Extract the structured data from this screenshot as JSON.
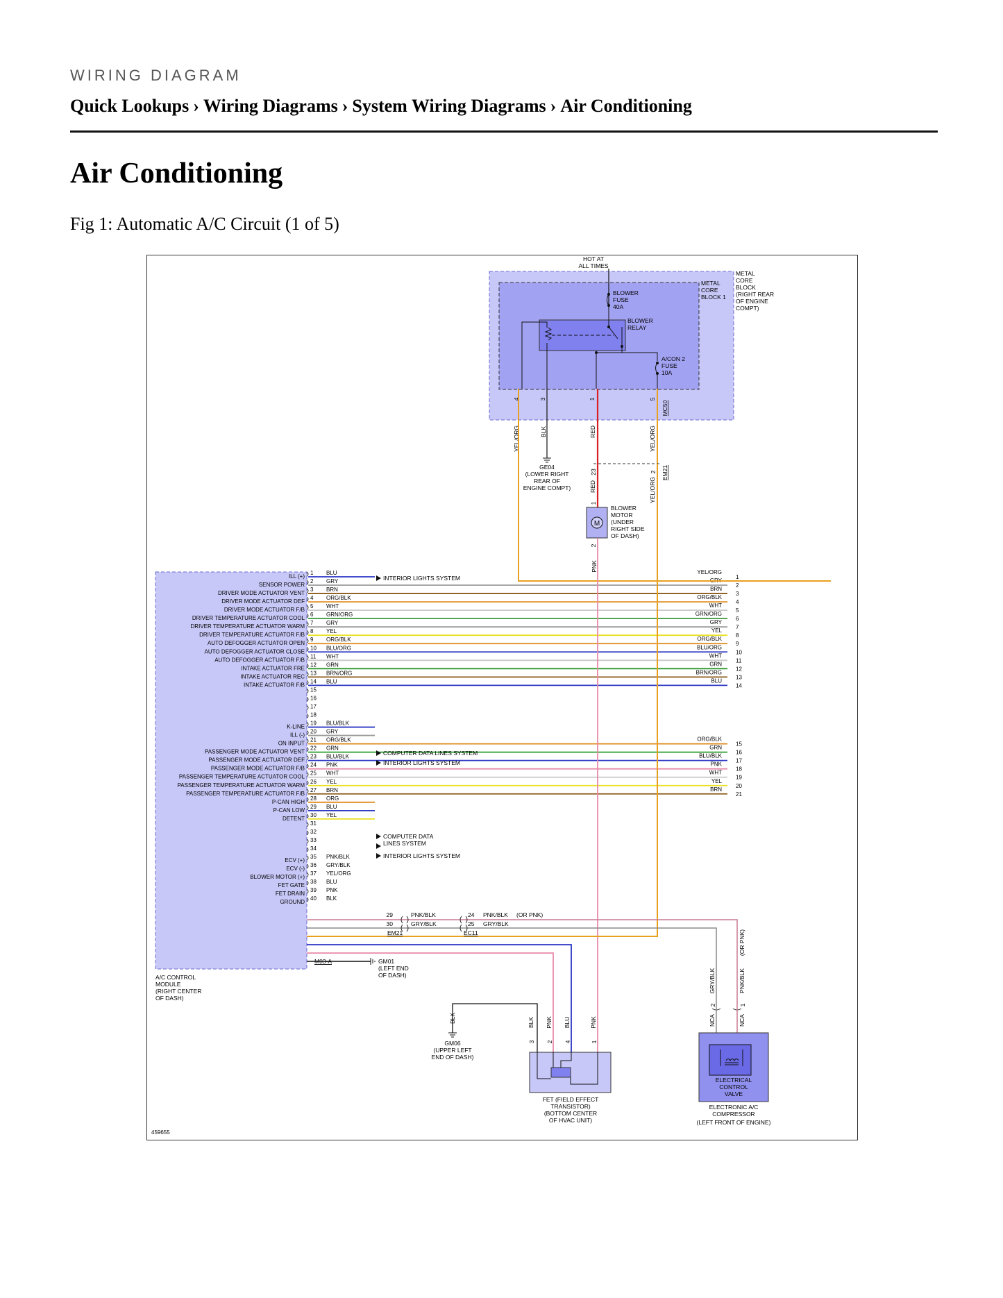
{
  "page": {
    "kicker": "WIRING DIAGRAM",
    "breadcrumb": [
      "Quick Lookups",
      "Wiring Diagrams",
      "System Wiring Diagrams",
      "Air Conditioning"
    ],
    "breadcrumb_separator": "›",
    "title": "Air Conditioning",
    "figure_caption": "Fig 1: Automatic A/C Circuit (1 of 5)"
  },
  "diagram": {
    "id": "459655",
    "hot_label": [
      "HOT AT",
      "ALL TIMES"
    ],
    "outer_block": [
      "METAL",
      "CORE",
      "BLOCK",
      "(RIGHT REAR",
      "OF ENGINE",
      "COMPT)"
    ],
    "inner_block": [
      "METAL",
      "CORE",
      "BLOCK 1"
    ],
    "blower_fuse": [
      "BLOWER",
      "FUSE",
      "40A"
    ],
    "blower_relay": [
      "BLOWER",
      "RELAY"
    ],
    "acon_fuse": [
      "A/CON 2",
      "FUSE",
      "10A"
    ],
    "block_pins": [
      "4",
      "3",
      "1",
      "5"
    ],
    "block_connector": "MC50",
    "wires_below_block": [
      "YEL/ORG",
      "BLK",
      "RED",
      "YEL/ORG"
    ],
    "ge04": [
      "GE04",
      "(LOWER RIGHT",
      "REAR OF",
      "ENGINE COMPT)"
    ],
    "em21_pins": [
      "23",
      "2"
    ],
    "em21_label": "EM21",
    "motor_wires": [
      "RED",
      "YEL/ORG"
    ],
    "motor_pins": [
      "1",
      "2"
    ],
    "motor_symbol": "M",
    "blower_motor": [
      "BLOWER",
      "MOTOR",
      "(UNDER",
      "RIGHT SIDE",
      "OF DASH)"
    ],
    "pnk_label": "PNK",
    "module_pins": [
      {
        "n": "1",
        "func": "ILL (+)",
        "wire": "BLU",
        "color": "#2a35c4"
      },
      {
        "n": "2",
        "func": "SENSOR POWER",
        "wire": "GRY",
        "color": "#9a9a9a"
      },
      {
        "n": "3",
        "func": "DRIVER MODE ACTUATOR VENT",
        "wire": "BRN",
        "color": "#8a5a1a"
      },
      {
        "n": "4",
        "func": "DRIVER MODE ACTUATOR DEF",
        "wire": "ORG/BLK",
        "color": "#e08a1a"
      },
      {
        "n": "5",
        "func": "DRIVER MODE ACTUATOR F/B",
        "wire": "WHT",
        "color": "#c8c8c8"
      },
      {
        "n": "6",
        "func": "DRIVER TEMPERATURE ACTUATOR COOL",
        "wire": "GRN/ORG",
        "color": "#3a9a3a"
      },
      {
        "n": "7",
        "func": "DRIVER TEMPERATURE ACTUATOR WARM",
        "wire": "GRY",
        "color": "#9a9a9a"
      },
      {
        "n": "8",
        "func": "DRIVER TEMPERATURE ACTUATOR F/B",
        "wire": "YEL",
        "color": "#e8e020"
      },
      {
        "n": "9",
        "func": "AUTO DEFOGGER ACTUATOR OPEN",
        "wire": "ORG/BLK",
        "color": "#e08a1a"
      },
      {
        "n": "10",
        "func": "AUTO DEFOGGER ACTUATOR CLOSE",
        "wire": "BLU/ORG",
        "color": "#2a35c4"
      },
      {
        "n": "11",
        "func": "AUTO DEFOGGER ACTUATOR F/B",
        "wire": "WHT",
        "color": "#c8c8c8"
      },
      {
        "n": "12",
        "func": "INTAKE ACTUATOR FRE",
        "wire": "GRN",
        "color": "#2a9a2a"
      },
      {
        "n": "13",
        "func": "INTAKE ACTUATOR REC",
        "wire": "BRN/ORG",
        "color": "#8a5a1a"
      },
      {
        "n": "14",
        "func": "INTAKE ACTUATOR F/B",
        "wire": "BLU",
        "color": "#2a35c4"
      },
      {
        "n": "15",
        "func": "",
        "wire": "",
        "color": ""
      },
      {
        "n": "16",
        "func": "",
        "wire": "",
        "color": ""
      },
      {
        "n": "17",
        "func": "",
        "wire": "",
        "color": ""
      },
      {
        "n": "18",
        "func": "",
        "wire": "",
        "color": ""
      },
      {
        "n": "19",
        "func": "K-LINE",
        "wire": "BLU/BLK",
        "color": "#2a35c4"
      },
      {
        "n": "20",
        "func": "ILL (-)",
        "wire": "GRY",
        "color": "#9a9a9a"
      },
      {
        "n": "21",
        "func": "ON INPUT",
        "wire": "ORG/BLK",
        "color": "#e08a1a"
      },
      {
        "n": "22",
        "func": "PASSENGER MODE ACTUATOR VENT",
        "wire": "GRN",
        "color": "#2a9a2a"
      },
      {
        "n": "23",
        "func": "PASSENGER MODE ACTUATOR DEF",
        "wire": "BLU/BLK",
        "color": "#2a35c4"
      },
      {
        "n": "24",
        "func": "PASSENGER MODE ACTUATOR F/B",
        "wire": "PNK",
        "color": "#e88aa8"
      },
      {
        "n": "25",
        "func": "PASSENGER TEMPERATURE ACTUATOR COOL",
        "wire": "WHT",
        "color": "#c8c8c8"
      },
      {
        "n": "26",
        "func": "PASSENGER TEMPERATURE ACTUATOR WARM",
        "wire": "YEL",
        "color": "#e8e020"
      },
      {
        "n": "27",
        "func": "PASSENGER TEMPERATURE ACTUATOR F/B",
        "wire": "BRN",
        "color": "#8a5a1a"
      },
      {
        "n": "28",
        "func": "P-CAN HIGH",
        "wire": "ORG",
        "color": "#e08a1a"
      },
      {
        "n": "29",
        "func": "P-CAN LOW",
        "wire": "BLU",
        "color": "#2a35c4"
      },
      {
        "n": "30",
        "func": "DETENT",
        "wire": "YEL",
        "color": "#e8e020"
      },
      {
        "n": "31",
        "func": "",
        "wire": "",
        "color": ""
      },
      {
        "n": "32",
        "func": "",
        "wire": "",
        "color": ""
      },
      {
        "n": "33",
        "func": "",
        "wire": "",
        "color": ""
      },
      {
        "n": "34",
        "func": "",
        "wire": "",
        "color": ""
      },
      {
        "n": "35",
        "func": "ECV (+)",
        "wire": "PNK/BLK",
        "color": "#c87a90"
      },
      {
        "n": "36",
        "func": "ECV (-)",
        "wire": "GRY/BLK",
        "color": "#8a8a8a"
      },
      {
        "n": "37",
        "func": "BLOWER MOTOR (+)",
        "wire": "YEL/ORG",
        "color": "#e8a020"
      },
      {
        "n": "38",
        "func": "FET GATE",
        "wire": "BLU",
        "color": "#2a35c4"
      },
      {
        "n": "39",
        "func": "FET DRAIN",
        "wire": "PNK",
        "color": "#e88aa8"
      },
      {
        "n": "40",
        "func": "GROUND",
        "wire": "BLK",
        "color": "#111111"
      }
    ],
    "right_bus_upper": [
      {
        "wire": "YEL/ORG",
        "n": "1",
        "color": "#e8a020"
      },
      {
        "wire": "GRY",
        "n": "2",
        "color": "#9a9a9a"
      },
      {
        "wire": "BRN",
        "n": "3",
        "color": "#8a5a1a"
      },
      {
        "wire": "ORG/BLK",
        "n": "4",
        "color": "#e08a1a"
      },
      {
        "wire": "WHT",
        "n": "5",
        "color": "#c8c8c8"
      },
      {
        "wire": "GRN/ORG",
        "n": "6",
        "color": "#3a9a3a"
      },
      {
        "wire": "GRY",
        "n": "7",
        "color": "#9a9a9a"
      },
      {
        "wire": "YEL",
        "n": "8",
        "color": "#e8e020"
      },
      {
        "wire": "ORG/BLK",
        "n": "9",
        "color": "#e08a1a"
      },
      {
        "wire": "BLU/ORG",
        "n": "10",
        "color": "#2a35c4"
      },
      {
        "wire": "WHT",
        "n": "11",
        "color": "#c8c8c8"
      },
      {
        "wire": "GRN",
        "n": "12",
        "color": "#2a9a2a"
      },
      {
        "wire": "BRN/ORG",
        "n": "13",
        "color": "#8a5a1a"
      },
      {
        "wire": "BLU",
        "n": "14",
        "color": "#2a35c4"
      }
    ],
    "right_bus_lower": [
      {
        "wire": "ORG/BLK",
        "n": "15",
        "color": "#e08a1a"
      },
      {
        "wire": "GRN",
        "n": "16",
        "color": "#2a9a2a"
      },
      {
        "wire": "BLU/BLK",
        "n": "17",
        "color": "#2a35c4"
      },
      {
        "wire": "PNK",
        "n": "18",
        "color": "#e88aa8"
      },
      {
        "wire": "WHT",
        "n": "19",
        "color": "#c8c8c8"
      },
      {
        "wire": "YEL",
        "n": "20",
        "color": "#e8e020"
      },
      {
        "wire": "BRN",
        "n": "21",
        "color": "#8a5a1a"
      }
    ],
    "system_refs": {
      "ill_plus": "INTERIOR LIGHTS SYSTEM",
      "kline": "COMPUTER DATA LINES SYSTEM",
      "ill_minus": "INTERIOR LIGHTS SYSTEM",
      "pcan": [
        "COMPUTER DATA",
        "LINES SYSTEM"
      ],
      "detent": "INTERIOR LIGHTS SYSTEM"
    },
    "mid_connectors": {
      "em21": {
        "label": "EM21",
        "pins": [
          "29",
          "30"
        ],
        "wires": [
          "PNK/BLK",
          "GRY/BLK"
        ]
      },
      "ec11": {
        "label": "EC11",
        "pins": [
          "24",
          "25"
        ],
        "wires": [
          "PNK/BLK",
          "GRY/BLK"
        ],
        "note": "(OR PNK)"
      }
    },
    "module_connector": "M03-A",
    "module_label": [
      "A/C CONTROL",
      "MODULE",
      "(RIGHT CENTER",
      "OF DASH)"
    ],
    "gm01": [
      "GM01",
      "(LEFT END",
      "OF DASH)"
    ],
    "gm06": [
      "GM06",
      "(UPPER LEFT",
      "END OF DASH)"
    ],
    "gm06_wire": "BLK",
    "fet_wires": [
      "BLK",
      "PNK",
      "BLU",
      "PNK"
    ],
    "fet_pins": [
      "3",
      "2",
      "4",
      "1"
    ],
    "fet_label": [
      "FET (FIELD EFFECT",
      "TRANSISTOR)",
      "(BOTTOM CENTER",
      "OF HVAC UNIT)"
    ],
    "ecv_wires": [
      "GRY/BLK",
      "PNK/BLK"
    ],
    "ecv_or": "(OR PNK)",
    "ecv_pins": [
      "2",
      "1"
    ],
    "ecv_nca": [
      "NCA",
      "NCA"
    ],
    "ecv_inner": [
      "ELECTRICAL",
      "CONTROL",
      "VALVE"
    ],
    "compressor_label": [
      "ELECTRONIC A/C",
      "COMPRESSOR",
      "(LEFT FRONT OF ENGINE)"
    ]
  }
}
